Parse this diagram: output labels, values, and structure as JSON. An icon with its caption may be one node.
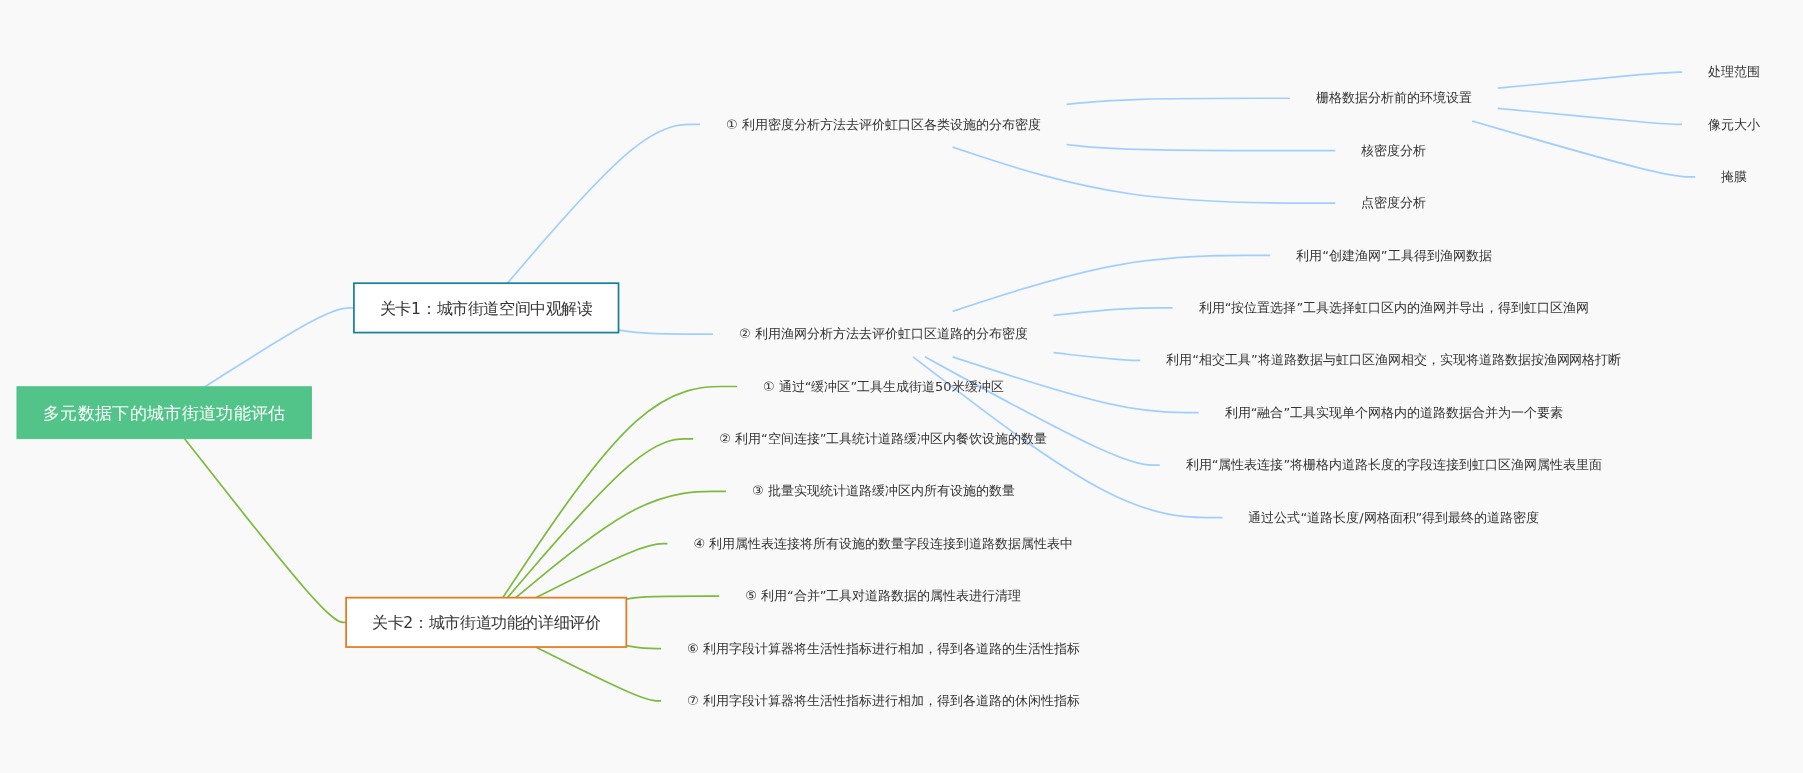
{
  "diagram": {
    "nodes": [
      {
        "text": [
          "多元数据下的城市街道功能评估"
        ]
      },
      {
        "text": [
          "关卡1：城市街道空间中观解读"
        ]
      },
      {
        "text": [
          "① 利用密度分析方法去评价虹口区各类设施的分布密度"
        ]
      },
      {
        "text": [
          "栅格数据分析前的环境设置"
        ]
      },
      {
        "text": [
          "处理范围"
        ]
      },
      {
        "text": [
          "像元大小"
        ]
      },
      {
        "text": [
          "掩膜"
        ]
      },
      {
        "text": [
          "核密度分析"
        ]
      },
      {
        "text": [
          "点密度分析"
        ]
      },
      {
        "text": [
          "② 利用渔网分析方法去评价虹口区道路的分布密度"
        ]
      },
      {
        "text": [
          "利用“创建渔网”工具得到渔网数据"
        ]
      },
      {
        "text": [
          "利用“按位置选择”工具选择虹口区内的渔网并导出，得到虹口区渔网"
        ]
      },
      {
        "text": [
          "利用“相交工具”将道路数据与虹口区渔网相交，实现将道路数据按渔网网格打断"
        ]
      },
      {
        "text": [
          "利用“融合”工具实现单个网格内的道路数据合并为一个要素"
        ]
      },
      {
        "text": [
          "利用“属性表连接”将栅格内道路长度的字段连接到虹口区渔网属性表里面"
        ]
      },
      {
        "text": [
          "通过公式“道路长度/网格面积”得到最终的道路密度"
        ]
      },
      {
        "text": [
          "关卡2：城市街道功能的详细评价"
        ]
      },
      {
        "text": [
          "① 通过“缓冲区”工具生成街道50米缓冲区"
        ]
      },
      {
        "text": [
          "② 利用“空间连接”工具统计道路缓冲区内餐饮设施的数量"
        ]
      },
      {
        "text": [
          "③ 批量实现统计道路缓冲区内所有设施的数量"
        ]
      },
      {
        "text": [
          "④ 利用属性表连接将所有设施的数量字段连接到道路数据属性表中"
        ]
      },
      {
        "text": [
          "⑤ 利用“合并”工具对道路数据的属性表进行清理"
        ]
      },
      {
        "text": [
          "⑥ 利用字段计算器将生活性指标进行相加，得到各道路的生活性指标"
        ]
      },
      {
        "text": [
          "⑦ 利用字段计算器将生活性指标进行相加，得到各道路的休闲性指标"
        ]
      }
    ],
    "edges": [
      {
        "from": 0,
        "to": 1,
        "arrow": "none"
      },
      {
        "from": 1,
        "to": 2,
        "arrow": "none"
      },
      {
        "from": 2,
        "to": 3,
        "arrow": "none"
      },
      {
        "from": 3,
        "to": 4,
        "arrow": "none"
      },
      {
        "from": 3,
        "to": 5,
        "arrow": "none"
      },
      {
        "from": 3,
        "to": 6,
        "arrow": "none"
      },
      {
        "from": 2,
        "to": 7,
        "arrow": "none"
      },
      {
        "from": 2,
        "to": 8,
        "arrow": "none"
      },
      {
        "from": 1,
        "to": 9,
        "arrow": "none"
      },
      {
        "from": 9,
        "to": 10,
        "arrow": "none"
      },
      {
        "from": 9,
        "to": 11,
        "arrow": "none"
      },
      {
        "from": 9,
        "to": 12,
        "arrow": "none"
      },
      {
        "from": 9,
        "to": 13,
        "arrow": "none"
      },
      {
        "from": 9,
        "to": 14,
        "arrow": "none"
      },
      {
        "from": 9,
        "to": 15,
        "arrow": "none"
      },
      {
        "from": 0,
        "to": 16,
        "arrow": "none",
        "color": "#7cbb3f"
      },
      {
        "from": 16,
        "to": 17,
        "arrow": "none",
        "color": "#7cbb3f"
      },
      {
        "from": 16,
        "to": 18,
        "arrow": "none",
        "color": "#7cbb3f"
      },
      {
        "from": 16,
        "to": 19,
        "arrow": "none",
        "color": "#7cbb3f"
      },
      {
        "from": 16,
        "to": 20,
        "arrow": "none",
        "color": "#7cbb3f"
      },
      {
        "from": 16,
        "to": 21,
        "arrow": "none",
        "color": "#7cbb3f"
      },
      {
        "from": 16,
        "to": 22,
        "arrow": "none",
        "color": "#7cbb3f"
      },
      {
        "from": 16,
        "to": 23,
        "arrow": "none",
        "color": "#7cbb3f"
      }
    ]
  }
}
